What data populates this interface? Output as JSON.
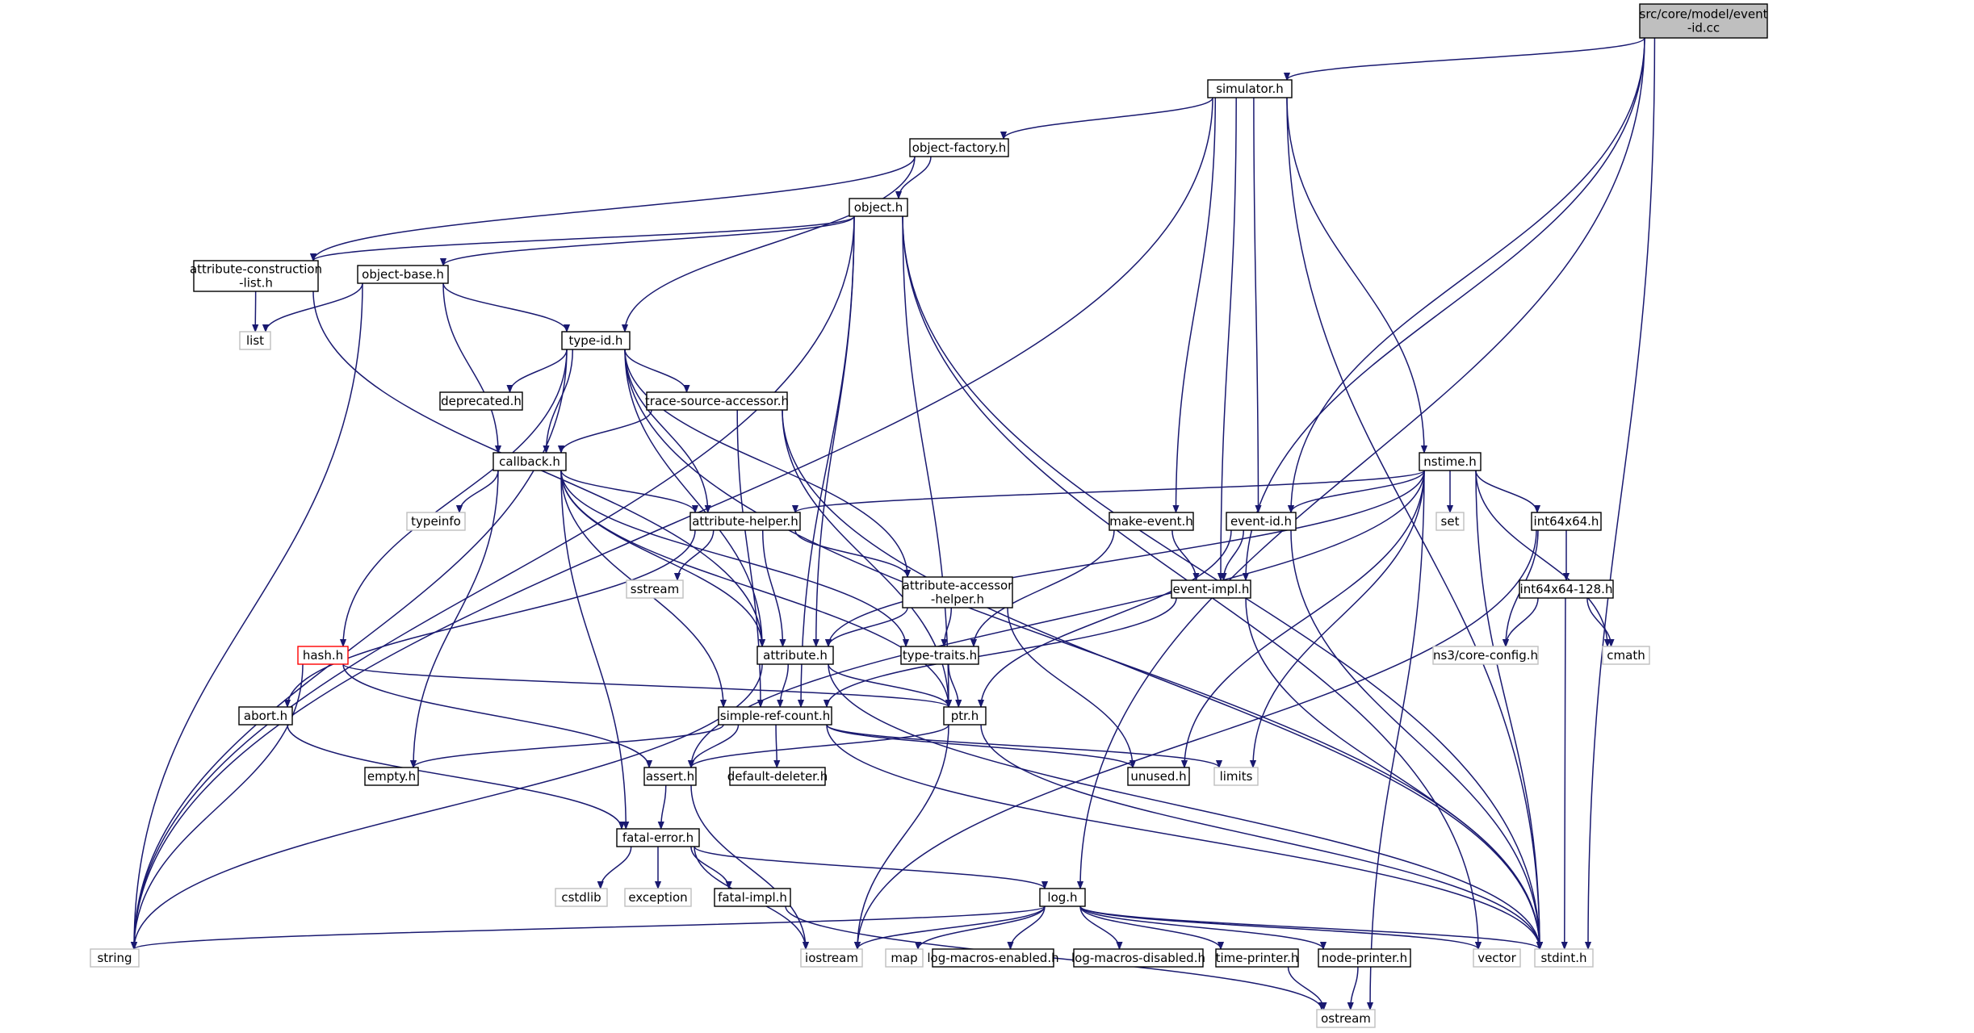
{
  "graph": {
    "colors": {
      "edge": "#191970",
      "root_fill": "#bfbfbf",
      "node_fill": "#ffffff",
      "node_border": "#000000",
      "system_border": "#bfbfbf",
      "truncated_border": "#ff0000"
    },
    "nodes": [
      {
        "id": "root",
        "lines": [
          "src/core/model/event",
          "-id.cc"
        ],
        "kind": "root"
      },
      {
        "id": "simulator_h",
        "lines": [
          "simulator.h"
        ],
        "kind": "local"
      },
      {
        "id": "object_factory_h",
        "lines": [
          "object-factory.h"
        ],
        "kind": "local"
      },
      {
        "id": "object_h",
        "lines": [
          "object.h"
        ],
        "kind": "local"
      },
      {
        "id": "attr_constr_h",
        "lines": [
          "attribute-construction",
          "-list.h"
        ],
        "kind": "local"
      },
      {
        "id": "object_base_h",
        "lines": [
          "object-base.h"
        ],
        "kind": "local"
      },
      {
        "id": "list",
        "lines": [
          "list"
        ],
        "kind": "system"
      },
      {
        "id": "type_id_h",
        "lines": [
          "type-id.h"
        ],
        "kind": "local"
      },
      {
        "id": "deprecated_h",
        "lines": [
          "deprecated.h"
        ],
        "kind": "local"
      },
      {
        "id": "trace_src_h",
        "lines": [
          "trace-source-accessor.h"
        ],
        "kind": "local"
      },
      {
        "id": "callback_h",
        "lines": [
          "callback.h"
        ],
        "kind": "local"
      },
      {
        "id": "typeinfo",
        "lines": [
          "typeinfo"
        ],
        "kind": "system"
      },
      {
        "id": "attr_helper_h",
        "lines": [
          "attribute-helper.h"
        ],
        "kind": "local"
      },
      {
        "id": "sstream",
        "lines": [
          "sstream"
        ],
        "kind": "system"
      },
      {
        "id": "attr_acc_h",
        "lines": [
          "attribute-accessor",
          "-helper.h"
        ],
        "kind": "local"
      },
      {
        "id": "make_event_h",
        "lines": [
          "make-event.h"
        ],
        "kind": "local"
      },
      {
        "id": "nstime_h",
        "lines": [
          "nstime.h"
        ],
        "kind": "local"
      },
      {
        "id": "set",
        "lines": [
          "set"
        ],
        "kind": "system"
      },
      {
        "id": "event_id_h",
        "lines": [
          "event-id.h"
        ],
        "kind": "local"
      },
      {
        "id": "event_impl_h",
        "lines": [
          "event-impl.h"
        ],
        "kind": "local"
      },
      {
        "id": "int64x64_h",
        "lines": [
          "int64x64.h"
        ],
        "kind": "local"
      },
      {
        "id": "int64x64_128_h",
        "lines": [
          "int64x64-128.h"
        ],
        "kind": "local"
      },
      {
        "id": "ns3_core_config_h",
        "lines": [
          "ns3/core-config.h"
        ],
        "kind": "system"
      },
      {
        "id": "cmath",
        "lines": [
          "cmath"
        ],
        "kind": "system"
      },
      {
        "id": "hash_h",
        "lines": [
          "hash.h"
        ],
        "kind": "truncated"
      },
      {
        "id": "attribute_h",
        "lines": [
          "attribute.h"
        ],
        "kind": "local"
      },
      {
        "id": "type_traits_h",
        "lines": [
          "type-traits.h"
        ],
        "kind": "local"
      },
      {
        "id": "abort_h",
        "lines": [
          "abort.h"
        ],
        "kind": "local"
      },
      {
        "id": "simple_ref_count_h",
        "lines": [
          "simple-ref-count.h"
        ],
        "kind": "local"
      },
      {
        "id": "ptr_h",
        "lines": [
          "ptr.h"
        ],
        "kind": "local"
      },
      {
        "id": "empty_h",
        "lines": [
          "empty.h"
        ],
        "kind": "local"
      },
      {
        "id": "assert_h",
        "lines": [
          "assert.h"
        ],
        "kind": "local"
      },
      {
        "id": "default_deleter_h",
        "lines": [
          "default-deleter.h"
        ],
        "kind": "local"
      },
      {
        "id": "unused_h",
        "lines": [
          "unused.h"
        ],
        "kind": "local"
      },
      {
        "id": "limits",
        "lines": [
          "limits"
        ],
        "kind": "system"
      },
      {
        "id": "fatal_error_h",
        "lines": [
          "fatal-error.h"
        ],
        "kind": "local"
      },
      {
        "id": "cstdlib",
        "lines": [
          "cstdlib"
        ],
        "kind": "system"
      },
      {
        "id": "exception",
        "lines": [
          "exception"
        ],
        "kind": "system"
      },
      {
        "id": "fatal_impl_h",
        "lines": [
          "fatal-impl.h"
        ],
        "kind": "local"
      },
      {
        "id": "log_h",
        "lines": [
          "log.h"
        ],
        "kind": "local"
      },
      {
        "id": "string",
        "lines": [
          "string"
        ],
        "kind": "system"
      },
      {
        "id": "iostream",
        "lines": [
          "iostream"
        ],
        "kind": "system"
      },
      {
        "id": "map",
        "lines": [
          "map"
        ],
        "kind": "system"
      },
      {
        "id": "log_macros_enabled_h",
        "lines": [
          "log-macros-enabled.h"
        ],
        "kind": "local"
      },
      {
        "id": "log_macros_disabled_h",
        "lines": [
          "log-macros-disabled.h"
        ],
        "kind": "local"
      },
      {
        "id": "time_printer_h",
        "lines": [
          "time-printer.h"
        ],
        "kind": "local"
      },
      {
        "id": "node_printer_h",
        "lines": [
          "node-printer.h"
        ],
        "kind": "local"
      },
      {
        "id": "vector",
        "lines": [
          "vector"
        ],
        "kind": "system"
      },
      {
        "id": "stdint_h",
        "lines": [
          "stdint.h"
        ],
        "kind": "system"
      },
      {
        "id": "ostream",
        "lines": [
          "ostream"
        ],
        "kind": "system"
      }
    ],
    "edges": [
      [
        "root",
        "simulator_h"
      ],
      [
        "root",
        "event_id_h"
      ],
      [
        "root",
        "event_impl_h"
      ],
      [
        "root",
        "log_h"
      ],
      [
        "root",
        "stdint_h"
      ],
      [
        "simulator_h",
        "object_factory_h"
      ],
      [
        "simulator_h",
        "make_event_h"
      ],
      [
        "simulator_h",
        "event_id_h"
      ],
      [
        "simulator_h",
        "event_impl_h"
      ],
      [
        "simulator_h",
        "nstime_h"
      ],
      [
        "simulator_h",
        "string"
      ],
      [
        "simulator_h",
        "stdint_h"
      ],
      [
        "object_factory_h",
        "object_h"
      ],
      [
        "object_factory_h",
        "attr_constr_h"
      ],
      [
        "object_factory_h",
        "type_id_h"
      ],
      [
        "object_h",
        "attr_constr_h"
      ],
      [
        "object_h",
        "object_base_h"
      ],
      [
        "object_h",
        "attribute_h"
      ],
      [
        "object_h",
        "ptr_h"
      ],
      [
        "object_h",
        "simple_ref_count_h"
      ],
      [
        "object_h",
        "string"
      ],
      [
        "object_h",
        "vector"
      ],
      [
        "object_h",
        "stdint_h"
      ],
      [
        "attr_constr_h",
        "list"
      ],
      [
        "attr_constr_h",
        "attribute_h"
      ],
      [
        "object_base_h",
        "list"
      ],
      [
        "object_base_h",
        "type_id_h"
      ],
      [
        "object_base_h",
        "callback_h"
      ],
      [
        "object_base_h",
        "string"
      ],
      [
        "type_id_h",
        "deprecated_h"
      ],
      [
        "type_id_h",
        "trace_src_h"
      ],
      [
        "type_id_h",
        "callback_h"
      ],
      [
        "type_id_h",
        "attr_helper_h"
      ],
      [
        "type_id_h",
        "attr_acc_h"
      ],
      [
        "type_id_h",
        "attribute_h"
      ],
      [
        "type_id_h",
        "hash_h"
      ],
      [
        "type_id_h",
        "string"
      ],
      [
        "type_id_h",
        "stdint_h"
      ],
      [
        "trace_src_h",
        "callback_h"
      ],
      [
        "trace_src_h",
        "simple_ref_count_h"
      ],
      [
        "trace_src_h",
        "ptr_h"
      ],
      [
        "trace_src_h",
        "stdint_h"
      ],
      [
        "callback_h",
        "typeinfo"
      ],
      [
        "callback_h",
        "attr_helper_h"
      ],
      [
        "callback_h",
        "type_traits_h"
      ],
      [
        "callback_h",
        "attribute_h"
      ],
      [
        "callback_h",
        "ptr_h"
      ],
      [
        "callback_h",
        "simple_ref_count_h"
      ],
      [
        "callback_h",
        "empty_h"
      ],
      [
        "callback_h",
        "fatal_error_h"
      ],
      [
        "attr_helper_h",
        "sstream"
      ],
      [
        "attr_helper_h",
        "attr_acc_h"
      ],
      [
        "attr_helper_h",
        "attribute_h"
      ],
      [
        "attr_helper_h",
        "abort_h"
      ],
      [
        "attr_acc_h",
        "attribute_h"
      ],
      [
        "attr_acc_h",
        "type_traits_h"
      ],
      [
        "attr_acc_h",
        "unused_h"
      ],
      [
        "make_event_h",
        "event_impl_h"
      ],
      [
        "make_event_h",
        "type_traits_h"
      ],
      [
        "nstime_h",
        "set"
      ],
      [
        "nstime_h",
        "event_id_h"
      ],
      [
        "nstime_h",
        "int64x64_h"
      ],
      [
        "nstime_h",
        "attr_helper_h"
      ],
      [
        "nstime_h",
        "attribute_h"
      ],
      [
        "nstime_h",
        "assert_h"
      ],
      [
        "nstime_h",
        "unused_h"
      ],
      [
        "nstime_h",
        "limits"
      ],
      [
        "nstime_h",
        "cmath"
      ],
      [
        "nstime_h",
        "stdint_h"
      ],
      [
        "nstime_h",
        "ostream"
      ],
      [
        "event_id_h",
        "event_impl_h"
      ],
      [
        "event_id_h",
        "ptr_h"
      ],
      [
        "event_id_h",
        "stdint_h"
      ],
      [
        "event_impl_h",
        "simple_ref_count_h"
      ],
      [
        "event_impl_h",
        "stdint_h"
      ],
      [
        "int64x64_h",
        "int64x64_128_h"
      ],
      [
        "int64x64_h",
        "ns3_core_config_h"
      ],
      [
        "int64x64_h",
        "iostream"
      ],
      [
        "int64x64_128_h",
        "ns3_core_config_h"
      ],
      [
        "int64x64_128_h",
        "cmath"
      ],
      [
        "int64x64_128_h",
        "stdint_h"
      ],
      [
        "hash_h",
        "ptr_h"
      ],
      [
        "hash_h",
        "assert_h"
      ],
      [
        "hash_h",
        "string"
      ],
      [
        "attribute_h",
        "simple_ref_count_h"
      ],
      [
        "attribute_h",
        "ptr_h"
      ],
      [
        "attribute_h",
        "string"
      ],
      [
        "attribute_h",
        "stdint_h"
      ],
      [
        "type_traits_h",
        "ptr_h"
      ],
      [
        "abort_h",
        "fatal_error_h"
      ],
      [
        "simple_ref_count_h",
        "empty_h"
      ],
      [
        "simple_ref_count_h",
        "assert_h"
      ],
      [
        "simple_ref_count_h",
        "default_deleter_h"
      ],
      [
        "simple_ref_count_h",
        "unused_h"
      ],
      [
        "simple_ref_count_h",
        "limits"
      ],
      [
        "simple_ref_count_h",
        "stdint_h"
      ],
      [
        "ptr_h",
        "assert_h"
      ],
      [
        "ptr_h",
        "iostream"
      ],
      [
        "ptr_h",
        "stdint_h"
      ],
      [
        "assert_h",
        "fatal_error_h"
      ],
      [
        "assert_h",
        "iostream"
      ],
      [
        "fatal_error_h",
        "cstdlib"
      ],
      [
        "fatal_error_h",
        "exception"
      ],
      [
        "fatal_error_h",
        "fatal_impl_h"
      ],
      [
        "fatal_error_h",
        "log_h"
      ],
      [
        "fatal_error_h",
        "iostream"
      ],
      [
        "fatal_impl_h",
        "ostream"
      ],
      [
        "log_h",
        "string"
      ],
      [
        "log_h",
        "iostream"
      ],
      [
        "log_h",
        "map"
      ],
      [
        "log_h",
        "log_macros_enabled_h"
      ],
      [
        "log_h",
        "log_macros_disabled_h"
      ],
      [
        "log_h",
        "time_printer_h"
      ],
      [
        "log_h",
        "node_printer_h"
      ],
      [
        "log_h",
        "vector"
      ],
      [
        "log_h",
        "stdint_h"
      ],
      [
        "time_printer_h",
        "ostream"
      ],
      [
        "node_printer_h",
        "ostream"
      ]
    ]
  }
}
